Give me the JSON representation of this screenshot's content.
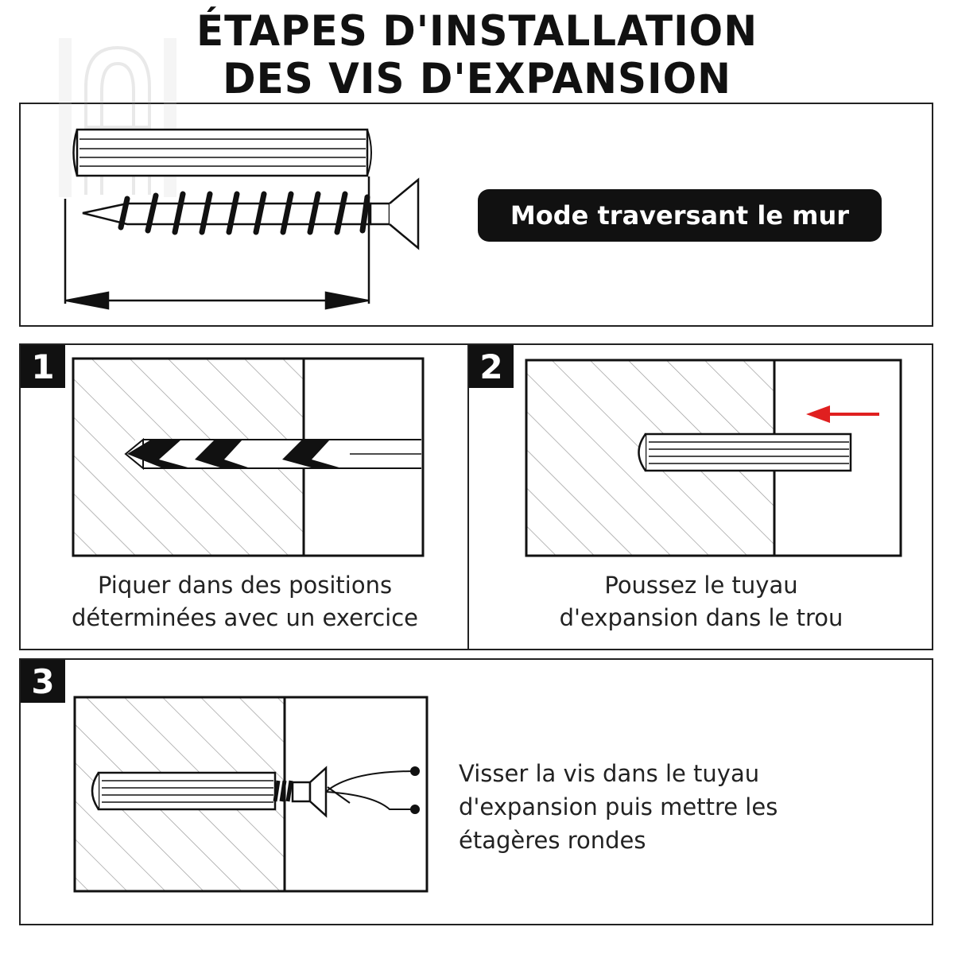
{
  "header": {
    "title_line1": "ÉTAPES D'INSTALLATION",
    "title_line2": "DES VIS D'EXPANSION"
  },
  "intro": {
    "mode_label": "Mode traversant le mur"
  },
  "steps": [
    {
      "number": "1",
      "caption_lines": [
        "Piquer dans des positions",
        "déterminées avec un exercice"
      ]
    },
    {
      "number": "2",
      "caption_lines": [
        "Poussez le tuyau",
        "d'expansion dans le trou"
      ]
    },
    {
      "number": "3",
      "caption_lines": [
        "Visser la vis dans le tuyau",
        "d'expansion puis mettre les",
        "étagères rondes"
      ]
    }
  ],
  "colors": {
    "ink": "#111111",
    "arrow_red": "#e02020",
    "hatch": "#9a9a9a"
  }
}
